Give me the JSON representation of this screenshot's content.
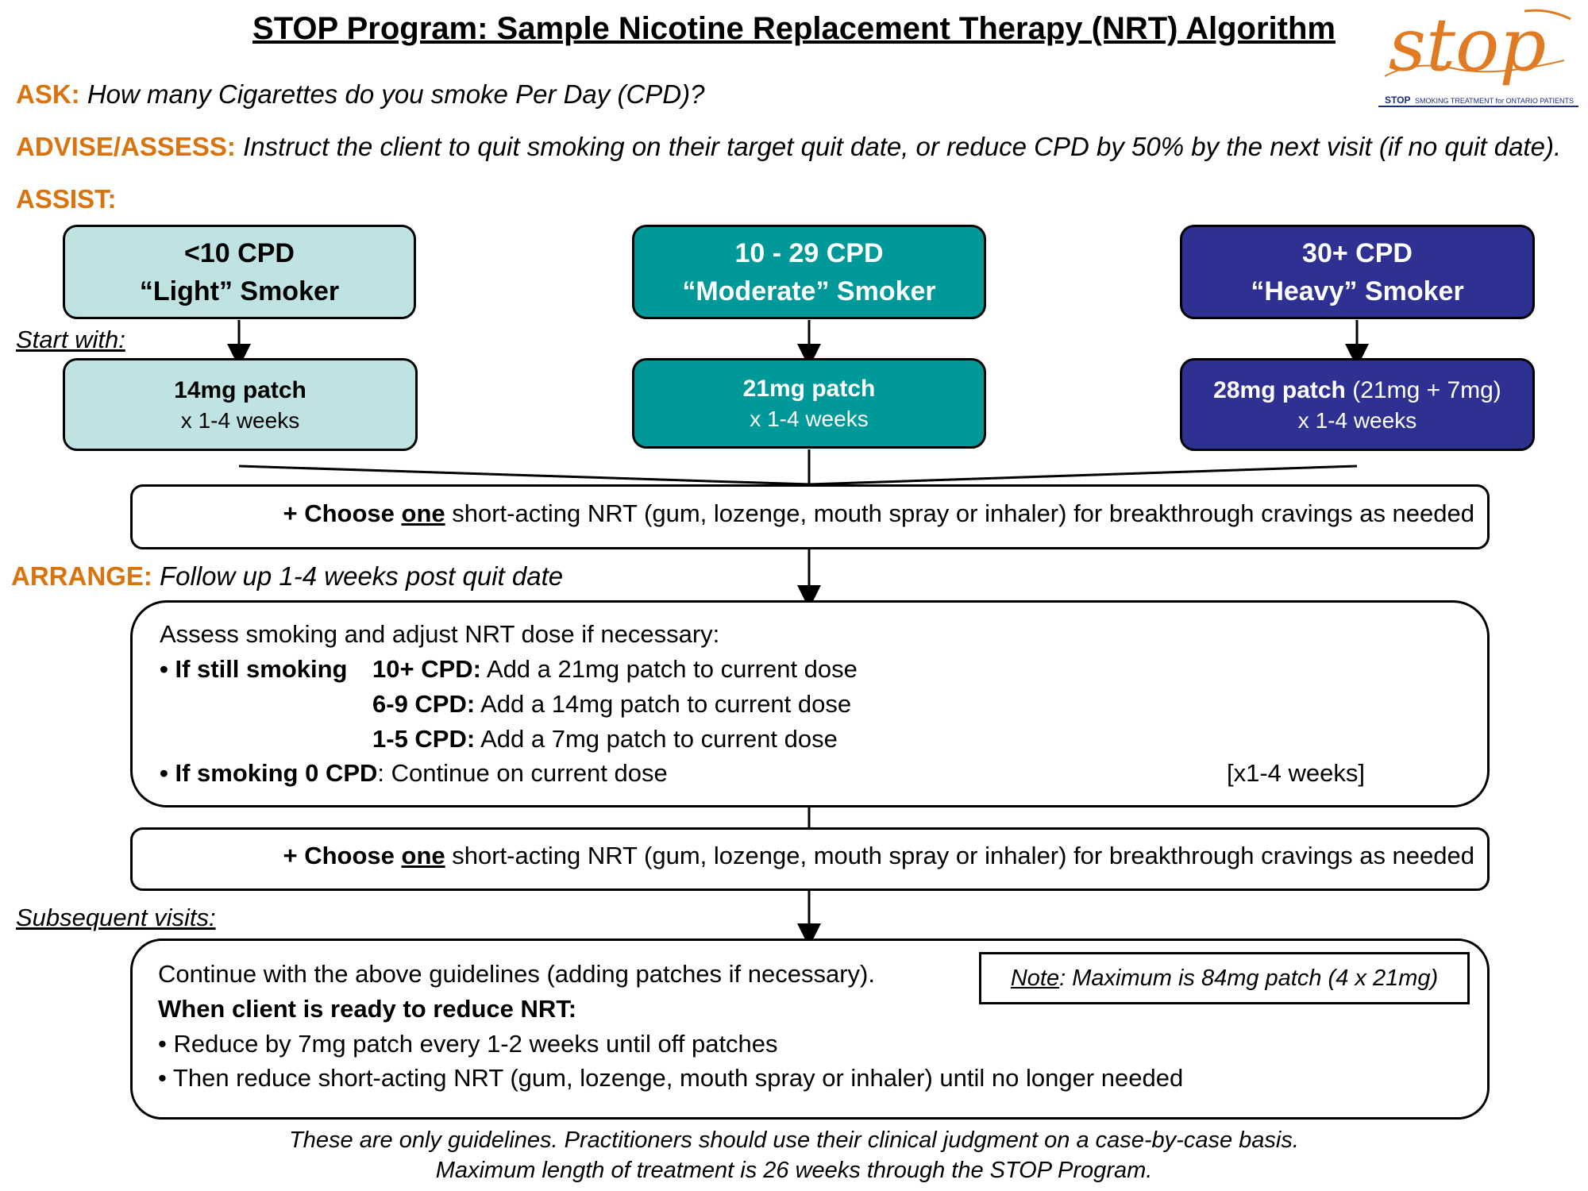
{
  "title": "STOP Program: Sample Nicotine Replacement Therapy (NRT) Algorithm",
  "logo": {
    "wordmark": "stop",
    "acronym": "STOP",
    "subtitle": "SMOKING TREATMENT for ONTARIO PATIENTS",
    "color": "#e07b24"
  },
  "ask": {
    "label": "ASK:",
    "text": "How many Cigarettes do you smoke Per Day (CPD)?"
  },
  "advise": {
    "label": "ADVISE/ASSESS:",
    "text": "Instruct the client to quit smoking on their target quit date, or reduce CPD by 50% by the next visit (if no quit date)."
  },
  "assist": {
    "label": "ASSIST:"
  },
  "start_with": "Start with:",
  "categories": [
    {
      "cpd": "<10 CPD",
      "type": "“Light” Smoker",
      "patch": "14mg patch",
      "patch_extra": "",
      "duration": "x 1-4 weeks",
      "color": "#bfe3e3"
    },
    {
      "cpd": "10 - 29 CPD",
      "type": "“Moderate” Smoker",
      "patch": "21mg patch",
      "patch_extra": "",
      "duration": "x 1-4 weeks",
      "color": "#00999a"
    },
    {
      "cpd": "30+ CPD",
      "type": "“Heavy” Smoker",
      "patch": "28mg patch",
      "patch_extra": " (21mg + 7mg)",
      "duration": "x 1-4 weeks",
      "color": "#2e3192"
    }
  ],
  "short_acting": {
    "prefix": "+ Choose ",
    "emphasis": "one",
    "suffix": " short-acting NRT (gum, lozenge, mouth spray or inhaler) for breakthrough cravings as needed"
  },
  "arrange": {
    "label": "ARRANGE:",
    "text": "Follow up 1-4 weeks post quit date"
  },
  "assess": {
    "intro": "Assess smoking and adjust NRT dose if necessary:",
    "still_smoking": "• If still smoking",
    "rules": [
      {
        "range": "10+ CPD:",
        "action": "Add a 21mg patch to current dose"
      },
      {
        "range": "6-9 CPD:",
        "action": "Add a 14mg patch to current dose"
      },
      {
        "range": "1-5 CPD:",
        "action": "Add a 7mg patch to current dose"
      }
    ],
    "zero_label": "• If smoking 0 CPD",
    "zero_action": ": Continue on current dose",
    "duration": "[x1-4 weeks]"
  },
  "subsequent": {
    "label": "Subsequent visits:",
    "continue": "Continue with the above guidelines (adding patches if necessary).",
    "ready": "When client is ready to reduce NRT:",
    "bullets": [
      "• Reduce by 7mg patch every 1-2 weeks until off patches",
      "• Then reduce short-acting NRT (gum, lozenge, mouth spray or inhaler) until no longer needed"
    ],
    "note_label": "Note",
    "note_text": ": Maximum is 84mg patch (4 x 21mg)"
  },
  "footer": [
    "These are only guidelines. Practitioners should use their clinical judgment on a case-by-case basis.",
    "Maximum length of treatment is 26 weeks through the STOP Program."
  ]
}
